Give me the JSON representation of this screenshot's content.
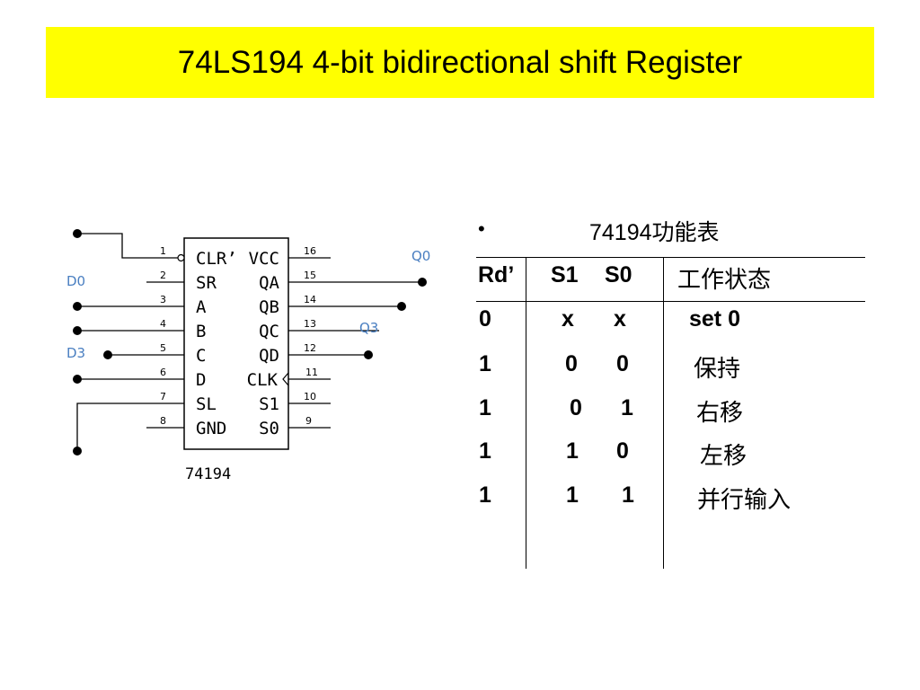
{
  "title": "74LS194 4-bit bidirectional shift Register",
  "colors": {
    "title_bg": "#ffff00",
    "net_label": "#4a7fc1"
  },
  "ic": {
    "part_label": "74194",
    "left_pins": [
      {
        "num": "1",
        "label": "CLR’"
      },
      {
        "num": "2",
        "label": "SR"
      },
      {
        "num": "3",
        "label": "A"
      },
      {
        "num": "4",
        "label": "B"
      },
      {
        "num": "5",
        "label": "C"
      },
      {
        "num": "6",
        "label": "D"
      },
      {
        "num": "7",
        "label": "SL"
      },
      {
        "num": "8",
        "label": "GND"
      }
    ],
    "right_pins": [
      {
        "num": "16",
        "label": "VCC"
      },
      {
        "num": "15",
        "label": "QA"
      },
      {
        "num": "14",
        "label": "QB"
      },
      {
        "num": "13",
        "label": "QC"
      },
      {
        "num": "12",
        "label": "QD"
      },
      {
        "num": "11",
        "label": "CLK"
      },
      {
        "num": "10",
        "label": "S1"
      },
      {
        "num": "9",
        "label": "S0"
      }
    ],
    "net_labels": {
      "d0": "D0",
      "d3": "D3",
      "q0": "Q0",
      "q3": "Q3"
    }
  },
  "function_table": {
    "bullet": "•",
    "title": "74194功能表",
    "headers": {
      "rd": "Rd’",
      "s1": "S1",
      "s0": "S0",
      "state": "工作状态"
    },
    "rows": [
      {
        "rd": "0",
        "s1": "x",
        "s0": "x",
        "state": "set 0"
      },
      {
        "rd": "1",
        "s1": "0",
        "s0": "0",
        "state": "保持"
      },
      {
        "rd": "1",
        "s1": "0",
        "s0": "1",
        "state": "右移"
      },
      {
        "rd": "1",
        "s1": "1",
        "s0": "0",
        "state": "左移"
      },
      {
        "rd": "1",
        "s1": "1",
        "s0": "1",
        "state": "并行输入"
      }
    ]
  }
}
